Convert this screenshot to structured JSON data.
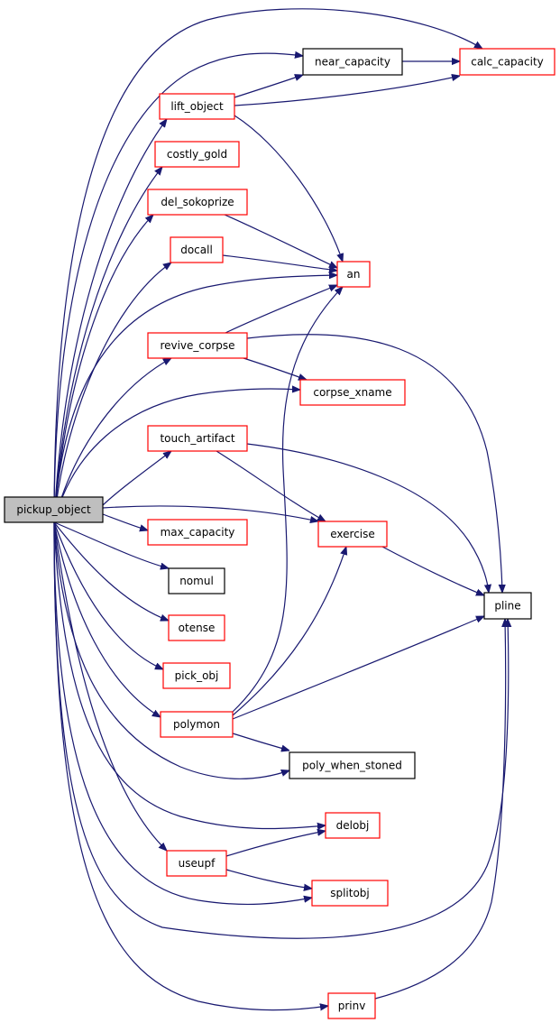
{
  "colors": {
    "edge": "#191970",
    "border_red": "#ff0000",
    "border_black": "#000000",
    "root_fill": "#bfbfbf",
    "node_fill": "#ffffff"
  },
  "nodes": [
    {
      "id": "pickup_object",
      "label": "pickup_object",
      "style": "root"
    },
    {
      "id": "calc_capacity",
      "label": "calc_capacity",
      "style": "red"
    },
    {
      "id": "near_capacity",
      "label": "near_capacity",
      "style": "black"
    },
    {
      "id": "lift_object",
      "label": "lift_object",
      "style": "red"
    },
    {
      "id": "costly_gold",
      "label": "costly_gold",
      "style": "red"
    },
    {
      "id": "del_sokoprize",
      "label": "del_sokoprize",
      "style": "red"
    },
    {
      "id": "docall",
      "label": "docall",
      "style": "red"
    },
    {
      "id": "an",
      "label": "an",
      "style": "red"
    },
    {
      "id": "revive_corpse",
      "label": "revive_corpse",
      "style": "red"
    },
    {
      "id": "corpse_xname",
      "label": "corpse_xname",
      "style": "red"
    },
    {
      "id": "touch_artifact",
      "label": "touch_artifact",
      "style": "red"
    },
    {
      "id": "max_capacity",
      "label": "max_capacity",
      "style": "red"
    },
    {
      "id": "exercise",
      "label": "exercise",
      "style": "red"
    },
    {
      "id": "nomul",
      "label": "nomul",
      "style": "black"
    },
    {
      "id": "pline",
      "label": "pline",
      "style": "black"
    },
    {
      "id": "otense",
      "label": "otense",
      "style": "red"
    },
    {
      "id": "pick_obj",
      "label": "pick_obj",
      "style": "red"
    },
    {
      "id": "polymon",
      "label": "polymon",
      "style": "red"
    },
    {
      "id": "poly_when_stoned",
      "label": "poly_when_stoned",
      "style": "black"
    },
    {
      "id": "delobj",
      "label": "delobj",
      "style": "red"
    },
    {
      "id": "useupf",
      "label": "useupf",
      "style": "red"
    },
    {
      "id": "splitobj",
      "label": "splitobj",
      "style": "red"
    },
    {
      "id": "prinv",
      "label": "prinv",
      "style": "red"
    }
  ],
  "edges": [
    [
      "pickup_object",
      "calc_capacity"
    ],
    [
      "pickup_object",
      "near_capacity"
    ],
    [
      "pickup_object",
      "lift_object"
    ],
    [
      "pickup_object",
      "costly_gold"
    ],
    [
      "pickup_object",
      "del_sokoprize"
    ],
    [
      "pickup_object",
      "docall"
    ],
    [
      "pickup_object",
      "an"
    ],
    [
      "pickup_object",
      "revive_corpse"
    ],
    [
      "pickup_object",
      "corpse_xname"
    ],
    [
      "pickup_object",
      "touch_artifact"
    ],
    [
      "pickup_object",
      "exercise"
    ],
    [
      "pickup_object",
      "max_capacity"
    ],
    [
      "pickup_object",
      "nomul"
    ],
    [
      "pickup_object",
      "otense"
    ],
    [
      "pickup_object",
      "pick_obj"
    ],
    [
      "pickup_object",
      "polymon"
    ],
    [
      "pickup_object",
      "poly_when_stoned"
    ],
    [
      "pickup_object",
      "delobj"
    ],
    [
      "pickup_object",
      "useupf"
    ],
    [
      "pickup_object",
      "splitobj"
    ],
    [
      "pickup_object",
      "pline"
    ],
    [
      "pickup_object",
      "prinv"
    ],
    [
      "near_capacity",
      "calc_capacity"
    ],
    [
      "lift_object",
      "near_capacity"
    ],
    [
      "lift_object",
      "calc_capacity"
    ],
    [
      "lift_object",
      "an"
    ],
    [
      "del_sokoprize",
      "an"
    ],
    [
      "docall",
      "an"
    ],
    [
      "revive_corpse",
      "an"
    ],
    [
      "revive_corpse",
      "corpse_xname"
    ],
    [
      "revive_corpse",
      "pline"
    ],
    [
      "touch_artifact",
      "exercise"
    ],
    [
      "touch_artifact",
      "pline"
    ],
    [
      "exercise",
      "pline"
    ],
    [
      "polymon",
      "an"
    ],
    [
      "polymon",
      "exercise"
    ],
    [
      "polymon",
      "pline"
    ],
    [
      "polymon",
      "poly_when_stoned"
    ],
    [
      "useupf",
      "delobj"
    ],
    [
      "useupf",
      "splitobj"
    ],
    [
      "prinv",
      "pline"
    ]
  ]
}
